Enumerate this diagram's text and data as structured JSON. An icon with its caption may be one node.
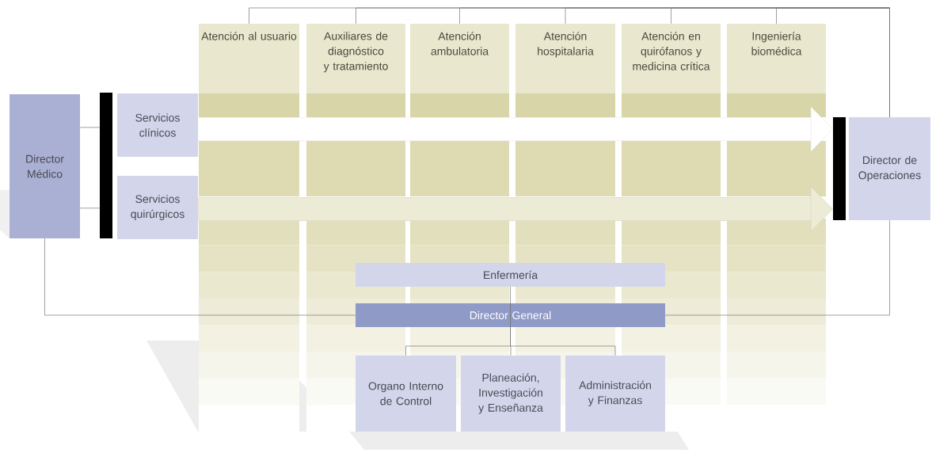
{
  "diagram": {
    "nodes": [
      {
        "text": [
          "Director Médico"
        ]
      },
      {
        "text": [
          "Servicios clínicos"
        ]
      },
      {
        "text": [
          "Servicios quirúrgicos"
        ]
      },
      {
        "text": [
          "Atención al usuario"
        ]
      },
      {
        "text": [
          "Auxiliares de diagnóstico y tratamiento"
        ]
      },
      {
        "text": [
          "Atención ambulatoria"
        ]
      },
      {
        "text": [
          "Atención hospitalaria"
        ]
      },
      {
        "text": [
          "Atención en quirófanos y medicina crítica"
        ]
      },
      {
        "text": [
          "Ingeniería biomédica"
        ]
      },
      {
        "text": [
          "Director de Operaciones"
        ]
      },
      {
        "text": [
          "Enfermería"
        ]
      },
      {
        "text": [
          "Director General"
        ]
      },
      {
        "text": [
          "Organo Interno de Control"
        ]
      },
      {
        "text": [
          "Planeación, Investigación y Enseñanza"
        ]
      },
      {
        "text": [
          "Administración y Finanzas"
        ]
      },
      {
        "text": [],
        "shape": "bar"
      },
      {
        "text": [],
        "shape": "bar"
      }
    ],
    "edges": [
      {
        "from": 0,
        "to": 15,
        "arrow": "none"
      },
      {
        "from": 0,
        "to": 15,
        "arrow": "none"
      },
      {
        "from": 1,
        "to": 16,
        "arrow": "to",
        "style": "thick",
        "color": "#ffffff"
      },
      {
        "from": 2,
        "to": 16,
        "arrow": "to",
        "style": "thick",
        "color": "#ecebd6"
      },
      {
        "from": 9,
        "to": 3,
        "arrow": "none"
      },
      {
        "from": 9,
        "to": 4,
        "arrow": "none"
      },
      {
        "from": 9,
        "to": 5,
        "arrow": "none"
      },
      {
        "from": 9,
        "to": 6,
        "arrow": "none"
      },
      {
        "from": 9,
        "to": 7,
        "arrow": "none"
      },
      {
        "from": 9,
        "to": 8,
        "arrow": "none"
      },
      {
        "from": 11,
        "to": 0,
        "arrow": "none"
      },
      {
        "from": 11,
        "to": 9,
        "arrow": "none"
      },
      {
        "from": 10,
        "to": 11,
        "arrow": "none"
      },
      {
        "from": 11,
        "to": 12,
        "arrow": "none"
      },
      {
        "from": 11,
        "to": 13,
        "arrow": "none"
      },
      {
        "from": 11,
        "to": 14,
        "arrow": "none"
      }
    ]
  }
}
